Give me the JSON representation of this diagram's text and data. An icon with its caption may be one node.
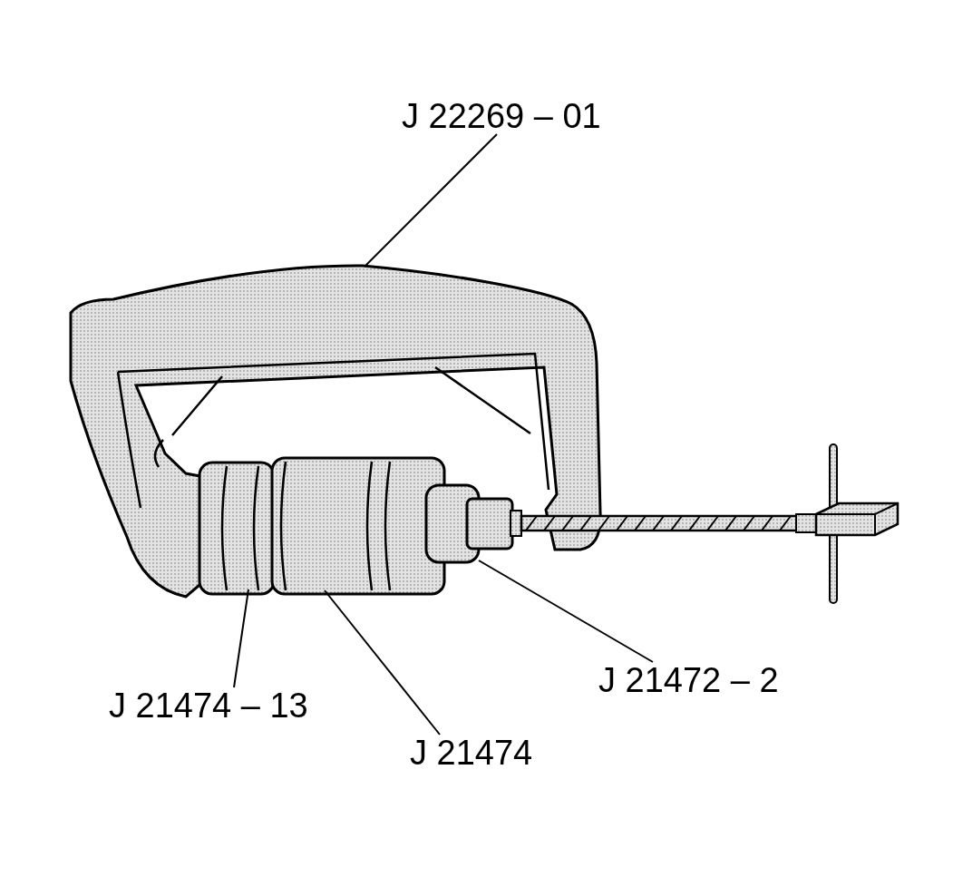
{
  "diagram": {
    "nodes": [
      {
        "text": [
          "J 22269 – 01"
        ]
      },
      {
        "text": [
          "J 21474 – 13"
        ]
      },
      {
        "text": [
          "J 21474"
        ]
      },
      {
        "text": [
          "J 21472 – 2"
        ]
      },
      {
        "text": [],
        "shape": "picture"
      },
      {
        "text": [],
        "shape": "cylinder"
      },
      {
        "text": [],
        "shape": "cylinder"
      },
      {
        "text": [],
        "shape": "cylinder"
      }
    ],
    "edges": [
      {
        "from": 0,
        "to": 4,
        "arrow": "none"
      },
      {
        "from": 1,
        "to": 5,
        "arrow": "none"
      },
      {
        "from": 2,
        "to": 6,
        "arrow": "none"
      },
      {
        "from": 3,
        "to": 7,
        "arrow": "none"
      }
    ]
  }
}
